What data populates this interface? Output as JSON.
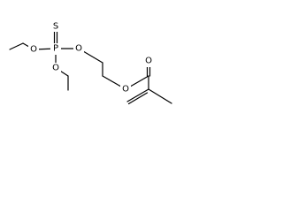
{
  "molecule": {
    "atom_labels": {
      "sulfur": "S",
      "phosphorus": "P",
      "oxygen_left": "O",
      "oxygen_right": "O",
      "oxygen_bottom": "O",
      "oxygen_ester": "O",
      "oxygen_carbonyl": "O"
    }
  }
}
